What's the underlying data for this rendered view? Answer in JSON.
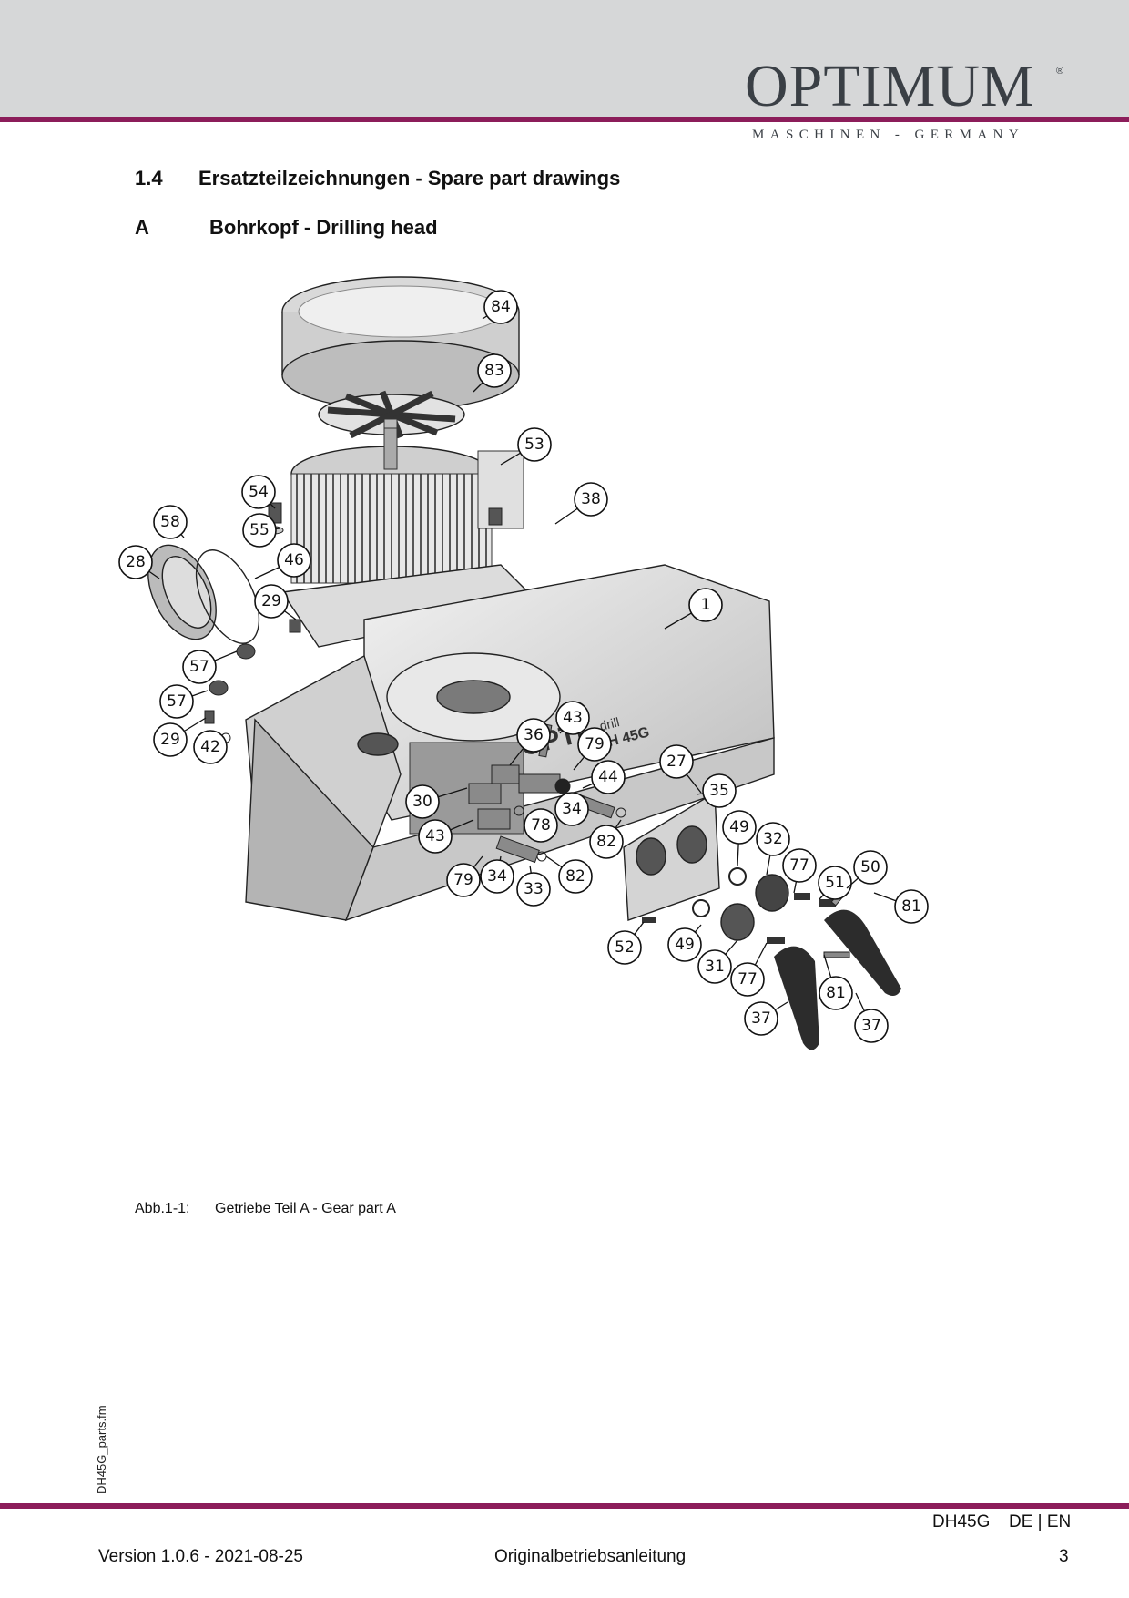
{
  "header": {
    "brand": "OPTIMUM",
    "registered_mark": "®",
    "tagline": "MASCHINEN - GERMANY",
    "accent_color": "#8c1d5a",
    "band_color": "#d6d7d8"
  },
  "section": {
    "number": "1.4",
    "title": "Ersatzteilzeichnungen - Spare part drawings"
  },
  "subsection": {
    "letter": "A",
    "title": "Bohrkopf - Drilling head"
  },
  "drawing": {
    "housing_brand": "OPTI",
    "housing_brand_small": "drill",
    "housing_model": "DH 45G",
    "callouts": [
      "84",
      "83",
      "53",
      "54",
      "38",
      "58",
      "55",
      "28",
      "46",
      "29",
      "1",
      "57",
      "57",
      "29",
      "42",
      "36",
      "43",
      "79",
      "27",
      "44",
      "35",
      "30",
      "34",
      "78",
      "43",
      "82",
      "49",
      "32",
      "77",
      "51",
      "50",
      "79",
      "34",
      "33",
      "82",
      "81",
      "52",
      "49",
      "31",
      "77",
      "81",
      "37",
      "37"
    ]
  },
  "caption": {
    "label": "Abb.1-1:",
    "text": "Getriebe Teil A - Gear part A"
  },
  "side_note": "DH45G_parts.fm",
  "footer": {
    "model": "DH45G",
    "languages": "DE | EN",
    "version": "Version 1.0.6 - 2021-08-25",
    "document": "Originalbetriebsanleitung",
    "page": "3"
  }
}
